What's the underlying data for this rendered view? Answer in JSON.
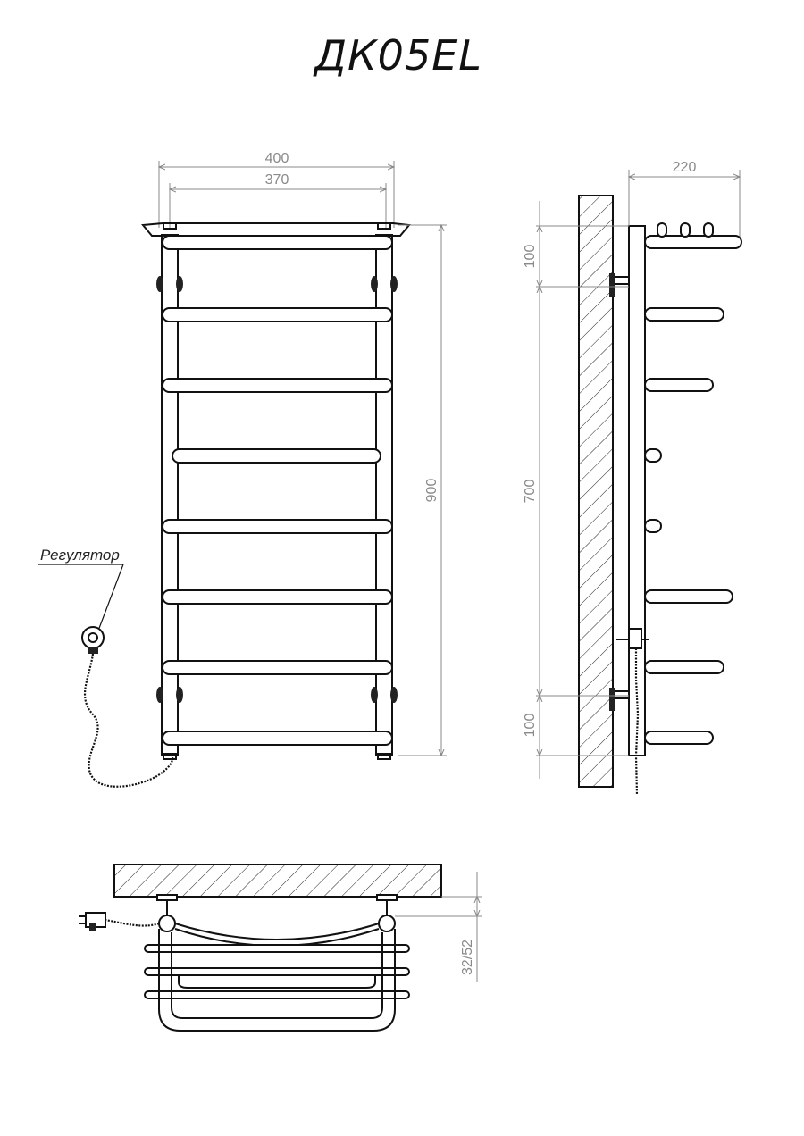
{
  "title": "ДК05EL",
  "front_view": {
    "dim_width_outer": "400",
    "dim_width_inner": "370",
    "dim_height": "900",
    "regulator_label": "Регулятор"
  },
  "side_view": {
    "dim_depth": "220",
    "dim_top": "100",
    "dim_middle": "700",
    "dim_bottom": "100"
  },
  "top_view": {
    "dim_offset": "32/52"
  }
}
